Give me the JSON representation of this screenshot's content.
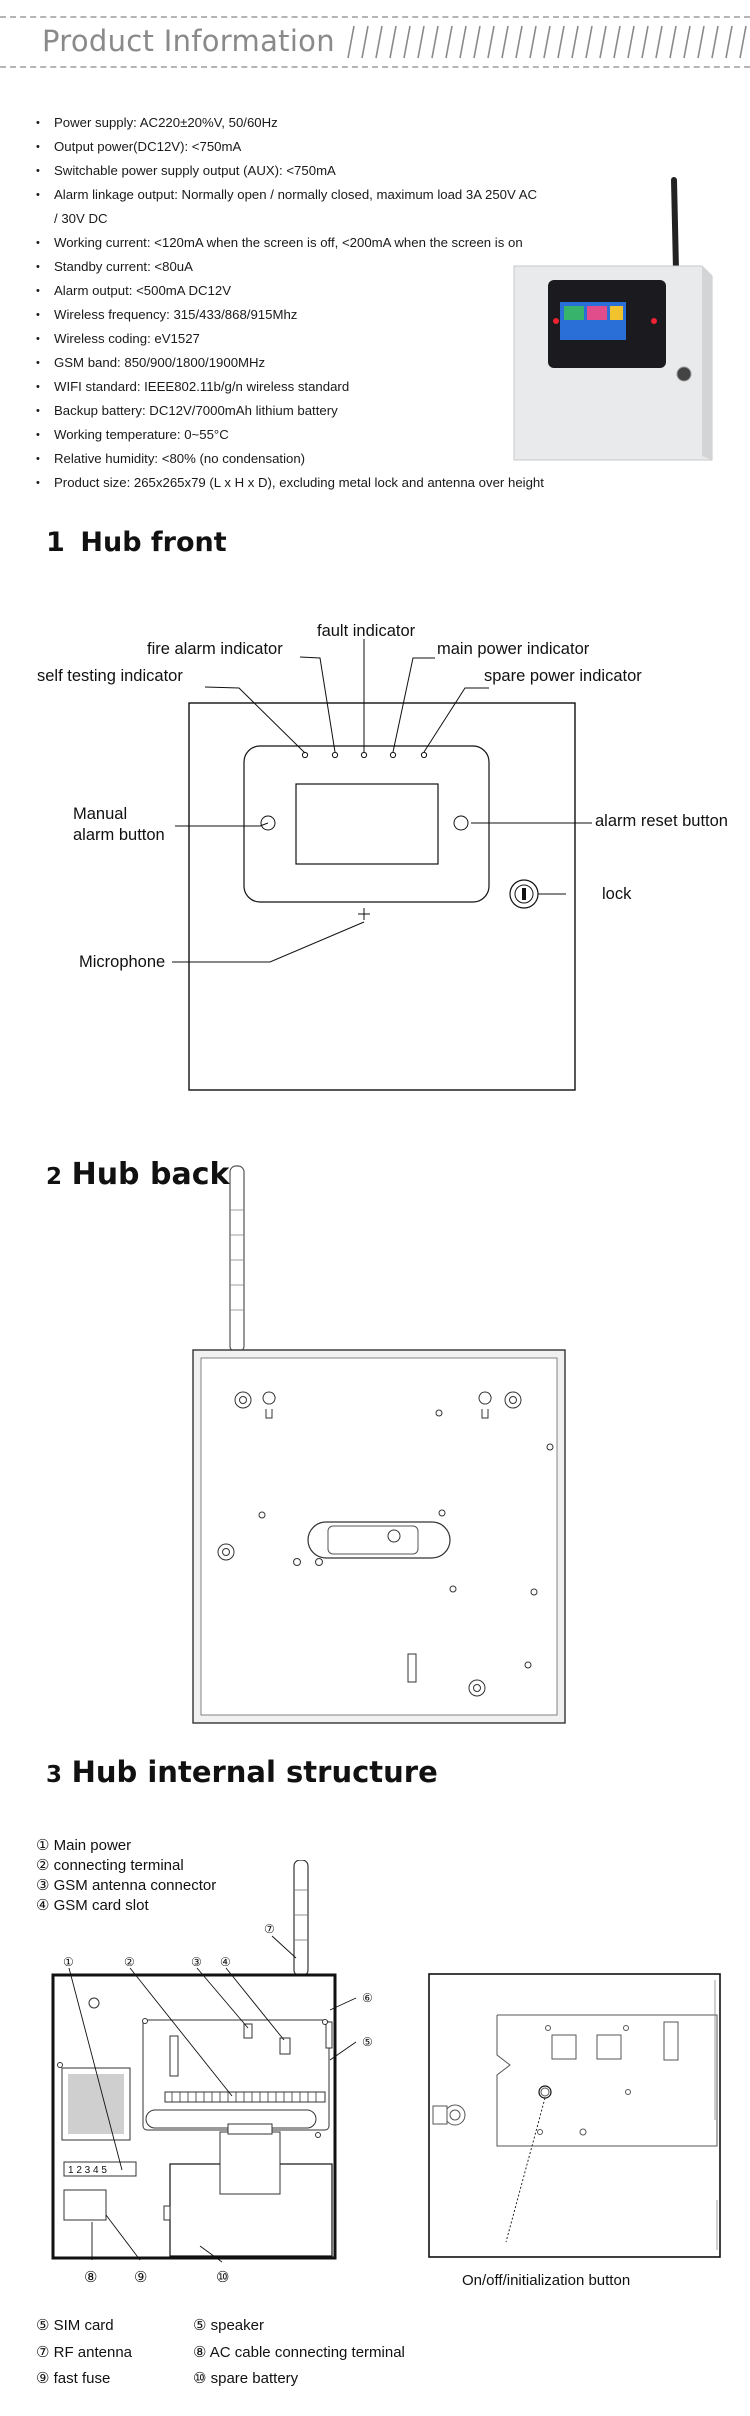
{
  "header": {
    "title": "Product Information"
  },
  "specs": [
    "Power supply: AC220±20%V, 50/60Hz",
    "Output power(DC12V): <750mA",
    "Switchable power supply output (AUX): <750mA",
    "Alarm linkage output: Normally open / normally closed, maximum load 3A 250V AC",
    "/ 30V DC",
    "Working current: <120mA when the screen is off, <200mA when the screen is on",
    "Standby current: <80uA",
    "Alarm output: <500mA DC12V",
    "Wireless frequency: 315/433/868/915Mhz",
    "Wireless coding: eV1527",
    "GSM band: 850/900/1800/1900MHz",
    "WIFI standard: IEEE802.11b/g/n wireless standard",
    "Backup battery: DC12V/7000mAh lithium battery",
    "Working temperature: 0~55°C",
    "Relative humidity: <80% (no condensation)",
    "Product size: 265x265x79 (L x H x D), excluding metal lock and antenna over height"
  ],
  "section1": {
    "number": "1",
    "title": "Hub front",
    "labels": {
      "fault": "fault indicator",
      "fire": "fire alarm indicator",
      "main_power": "main power indicator",
      "self_test": "self testing indicator",
      "spare_power": "spare power indicator",
      "manual_1": "Manual",
      "manual_2": "alarm button",
      "reset": "alarm reset button",
      "lock": "lock",
      "mic": "Microphone"
    }
  },
  "section2": {
    "number": "2",
    "title": "Hub back"
  },
  "section3": {
    "number": "3",
    "title": "Hub internal structure",
    "legend_top": [
      "① Main power",
      "② connecting terminal",
      "③ GSM antenna connector",
      "④ GSM card slot"
    ],
    "callouts": [
      "①",
      "②",
      "③",
      "④",
      "⑤",
      "⑥",
      "⑦",
      "⑧",
      "⑨",
      "⑩"
    ],
    "terminal_numbers": "1 2 3 4 5",
    "onoff_label": "On/off/initialization button",
    "legend_bottom": [
      {
        "left": "⑤ SIM card",
        "right": "⑤ speaker"
      },
      {
        "left": "⑦ RF antenna",
        "right": "⑧ AC cable connecting terminal"
      },
      {
        "left": "⑨ fast fuse",
        "right": "⑩ spare battery"
      }
    ]
  }
}
